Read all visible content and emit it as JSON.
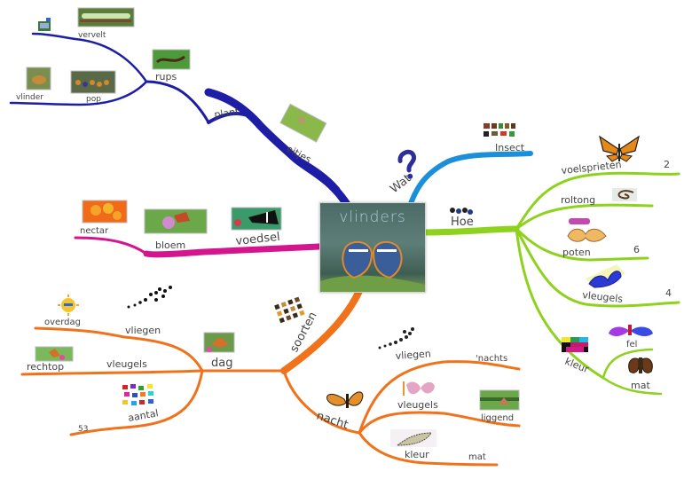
{
  "central": {
    "title": "vlinders",
    "image": "glasswing-butterflies-photo"
  },
  "colors": {
    "plant_branch": "#1d1da6",
    "wat_branch": "#1c8fdb",
    "hoe_branch": "#8ed21e",
    "voedsel_branch": "#d4158d",
    "soorten_branch": "#f0731c"
  },
  "branches": {
    "plant": {
      "label": "plant",
      "eitjes": "eitjes",
      "rups": "rups",
      "vervelt": "vervelt",
      "pop": "pop",
      "vlinder": "vlinder"
    },
    "wat": {
      "label": "Wat",
      "insect": "Insect"
    },
    "hoe": {
      "label": "Hoe",
      "voelsprieten": "voelsprieten",
      "voelsprieten_count": "2",
      "roltong": "roltong",
      "poten": "poten",
      "poten_count": "6",
      "vleugels": "vleugels",
      "vleugels_count": "4",
      "kleur": "kleur",
      "fel": "fel",
      "mat": "mat"
    },
    "voedsel": {
      "label": "voedsel",
      "bloem": "bloem",
      "nectar": "nectar"
    },
    "soorten": {
      "label": "soorten",
      "dag": {
        "label": "dag",
        "vliegen": "vliegen",
        "overdag": "overdag",
        "vleugels": "vleugels",
        "rechtop": "rechtop",
        "aantal": "aantal",
        "aantal_count": "53"
      },
      "nacht": {
        "label": "nacht",
        "vliegen": "vliegen",
        "nachts": "'nachts",
        "vleugels": "vleugels",
        "liggend": "liggend",
        "kleur": "kleur",
        "mat": "mat"
      }
    }
  }
}
